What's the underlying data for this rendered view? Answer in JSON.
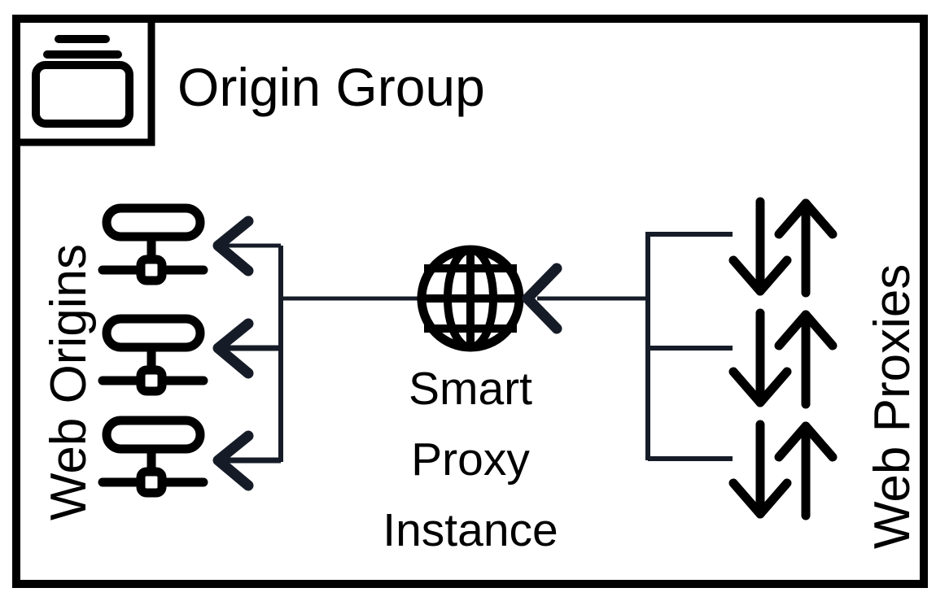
{
  "diagram": {
    "title": "Origin Group",
    "title_icon": "origin-group-stack-icon",
    "border_color": "#000000",
    "background_color": "#ffffff",
    "arrow_color": "#161c27",
    "left_label": "Web Origins",
    "right_label": "Web Proxies",
    "center_label_lines": [
      "Smart",
      "Proxy",
      "Instance"
    ],
    "center_icon": "globe-icon",
    "left_nodes": [
      {
        "icon": "web-origin-server-icon",
        "index": 1
      },
      {
        "icon": "web-origin-server-icon",
        "index": 2
      },
      {
        "icon": "web-origin-server-icon",
        "index": 3
      }
    ],
    "right_nodes": [
      {
        "icon": "bidirectional-arrows-icon",
        "index": 1
      },
      {
        "icon": "bidirectional-arrows-icon",
        "index": 2
      },
      {
        "icon": "bidirectional-arrows-icon",
        "index": 3
      }
    ],
    "connectors": [
      {
        "name": "proxies-to-instance",
        "direction": "right-to-left",
        "arrowhead": true
      },
      {
        "name": "instance-to-origins",
        "direction": "right-to-left",
        "arrowhead": true
      }
    ]
  },
  "chart_data": {
    "type": "diagram",
    "title": "Origin Group",
    "nodes": [
      {
        "id": "origin-group",
        "label": "Origin Group",
        "kind": "boundary"
      },
      {
        "id": "web-origins",
        "label": "Web Origins",
        "kind": "group",
        "count": 3
      },
      {
        "id": "smart-proxy-instance",
        "label": "Smart Proxy Instance",
        "kind": "service"
      },
      {
        "id": "web-proxies",
        "label": "Web Proxies",
        "kind": "group",
        "count": 3
      }
    ],
    "edges": [
      {
        "from": "web-proxies",
        "to": "smart-proxy-instance",
        "directed": true
      },
      {
        "from": "smart-proxy-instance",
        "to": "web-origins",
        "directed": true
      }
    ]
  }
}
